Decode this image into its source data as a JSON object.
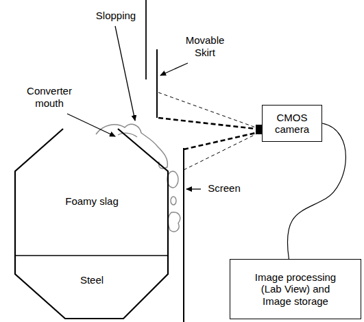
{
  "diagram": {
    "nodes": [
      {
        "text": [
          "Foamy slag",
          "Steel"
        ]
      },
      {
        "text": [
          "CMOS camera"
        ]
      },
      {
        "text": [
          "Image processing (Lab View) and Image storage"
        ]
      }
    ],
    "edges": [
      {
        "from": 1,
        "to": 2,
        "arrow": "none"
      }
    ],
    "labels": [
      "Slopping",
      "Movable Skirt",
      "Converter mouth",
      "Screen"
    ]
  }
}
